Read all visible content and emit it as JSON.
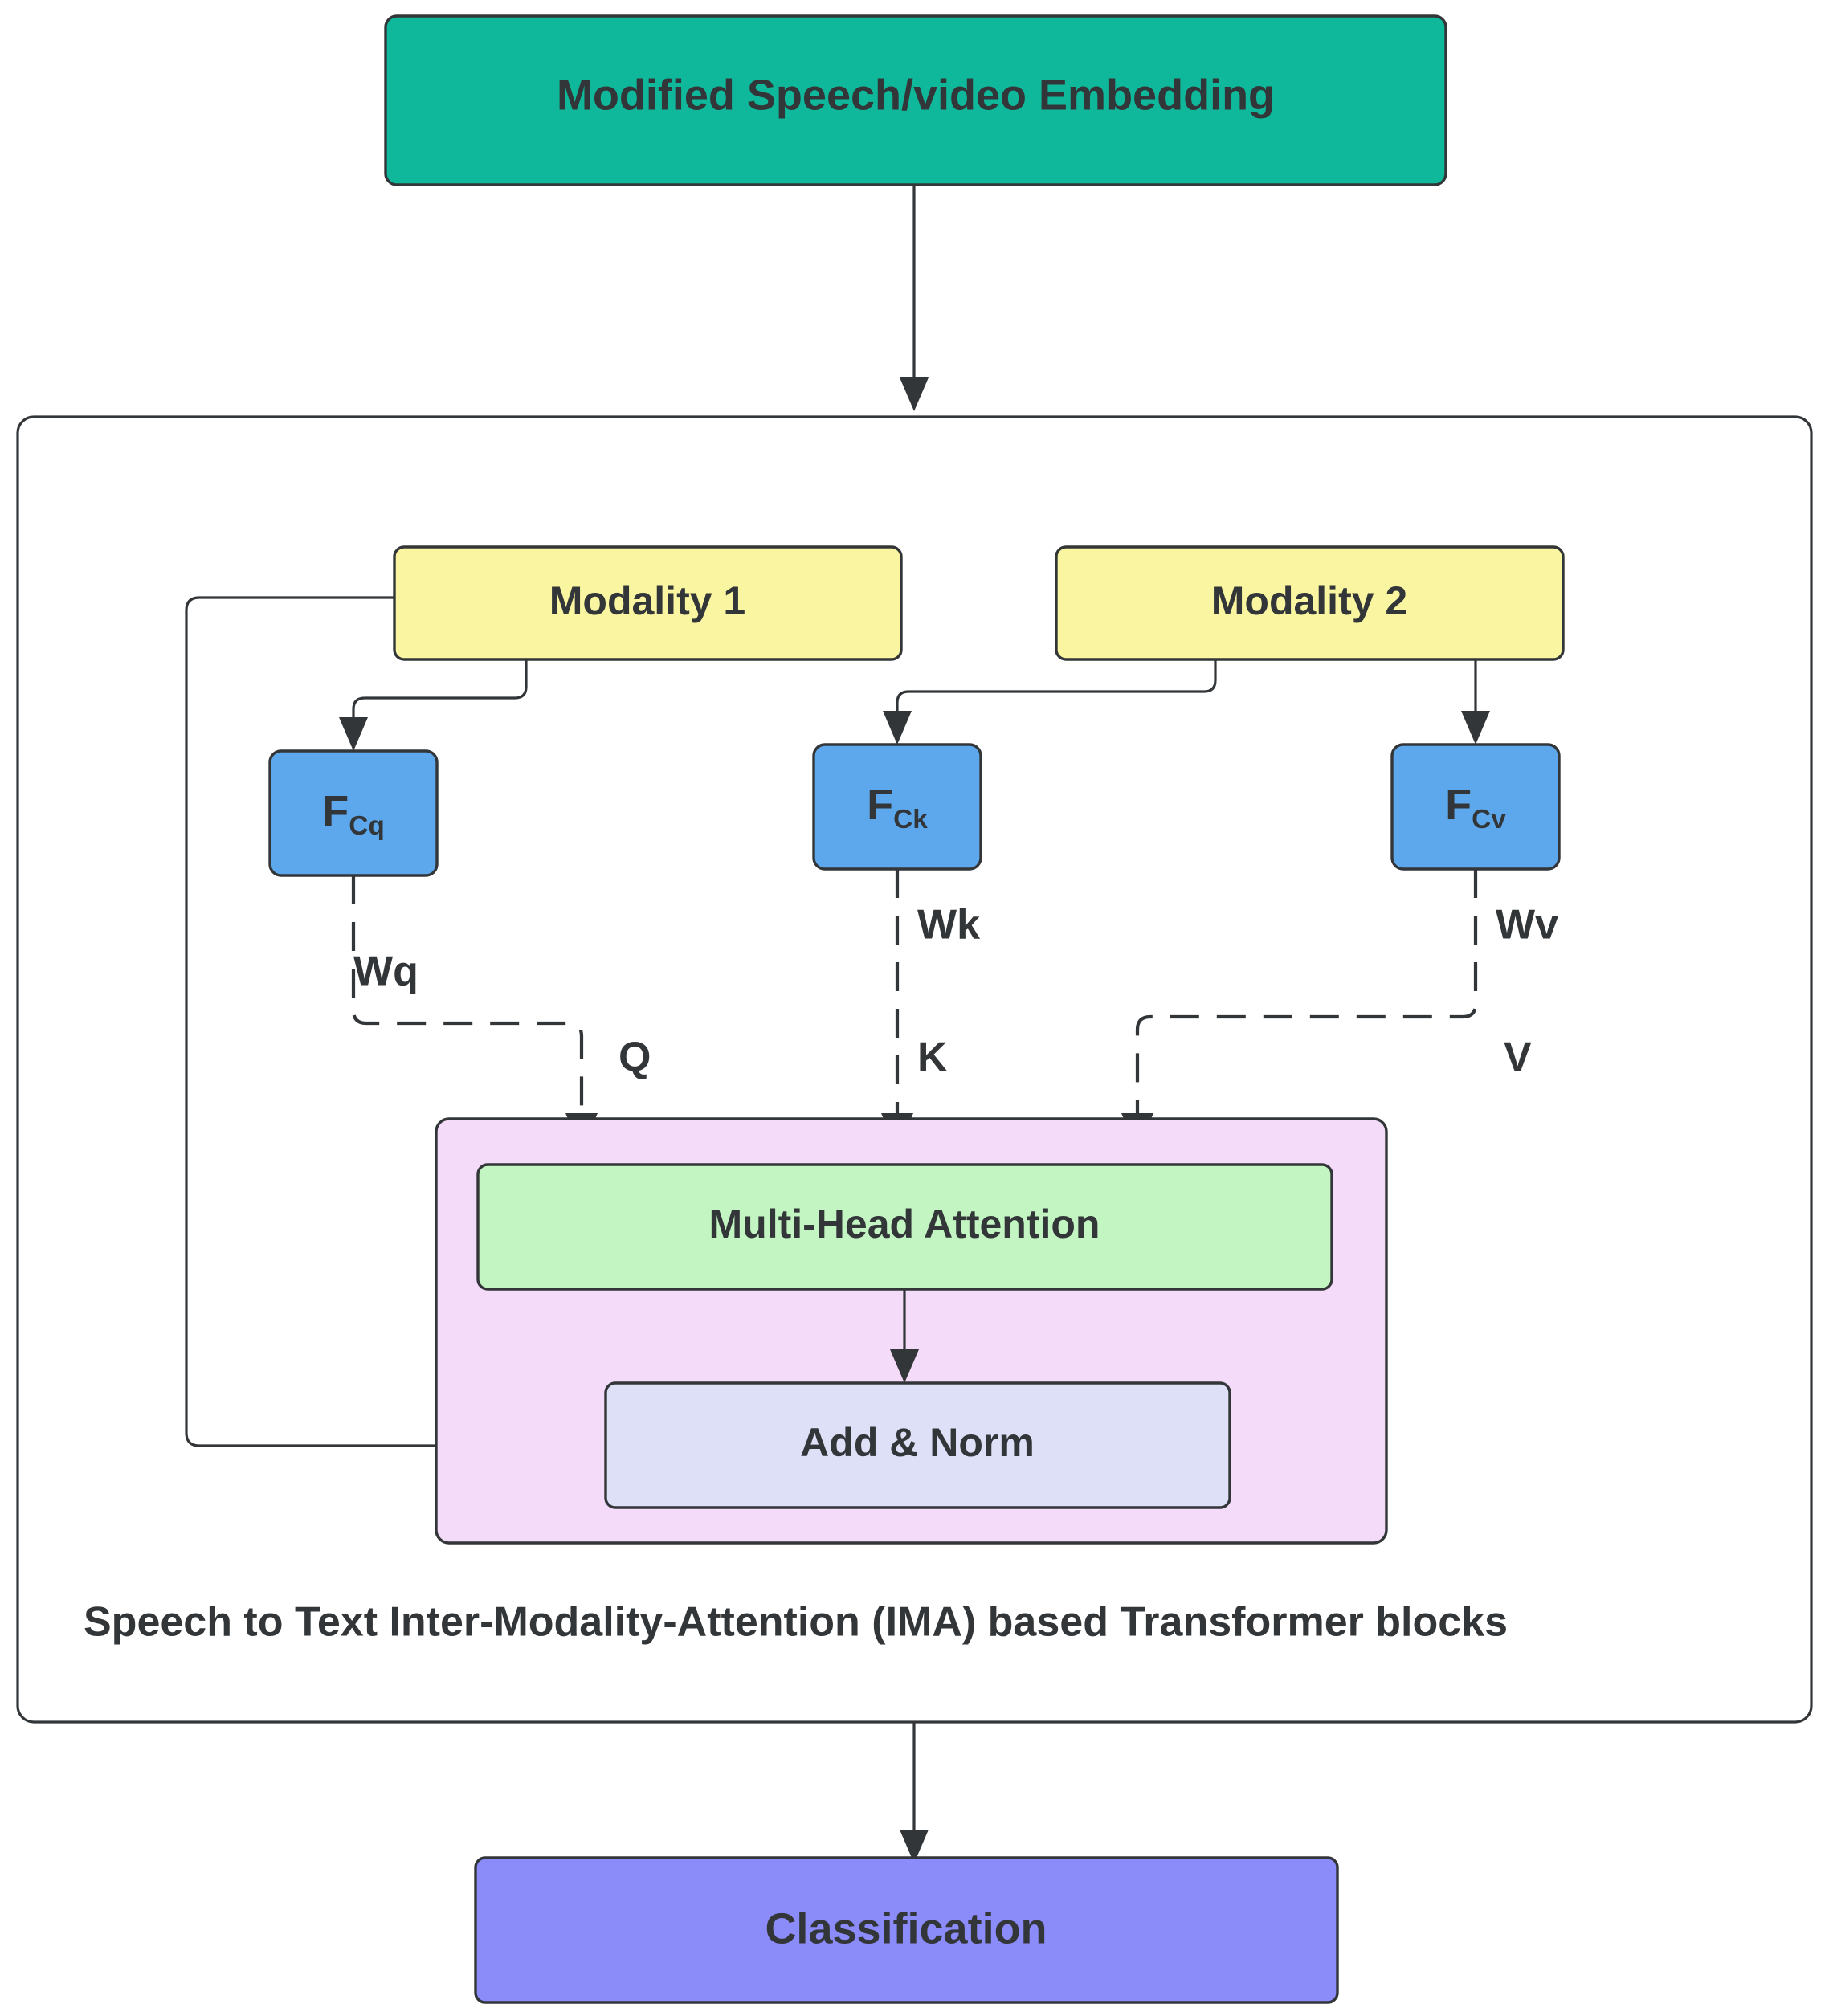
{
  "diagram": {
    "title_node": {
      "label": "Modified Speech/video Embedding",
      "color": "#0fb89b"
    },
    "container": {
      "caption": "Speech to Text Inter-Modality-Attention (IMA) based Transformer blocks",
      "color": "#ffffff"
    },
    "modalities": [
      {
        "label": "Modality 1",
        "color": "#faf5a0"
      },
      {
        "label": "Modality 2",
        "color": "#faf5a0"
      }
    ],
    "projections": [
      {
        "label": "F",
        "subscript": "Cq",
        "color": "#5da8ec"
      },
      {
        "label": "F",
        "subscript": "Ck",
        "color": "#5da8ec"
      },
      {
        "label": "F",
        "subscript": "Cv",
        "color": "#5da8ec"
      }
    ],
    "weight_labels": [
      {
        "label": "Wq"
      },
      {
        "label": "Wk"
      },
      {
        "label": "Wv"
      }
    ],
    "qkv_labels": [
      {
        "label": "Q"
      },
      {
        "label": "K"
      },
      {
        "label": "V"
      }
    ],
    "attention_group": {
      "color": "#f3dbf9"
    },
    "attention_node": {
      "label": "Multi-Head Attention",
      "color": "#c3f5c3"
    },
    "addnorm_node": {
      "label": "Add & Norm",
      "color": "#dde0f7"
    },
    "output_node": {
      "label": "Classification",
      "color": "#8b8bfa"
    },
    "stroke_color": "#333638"
  }
}
